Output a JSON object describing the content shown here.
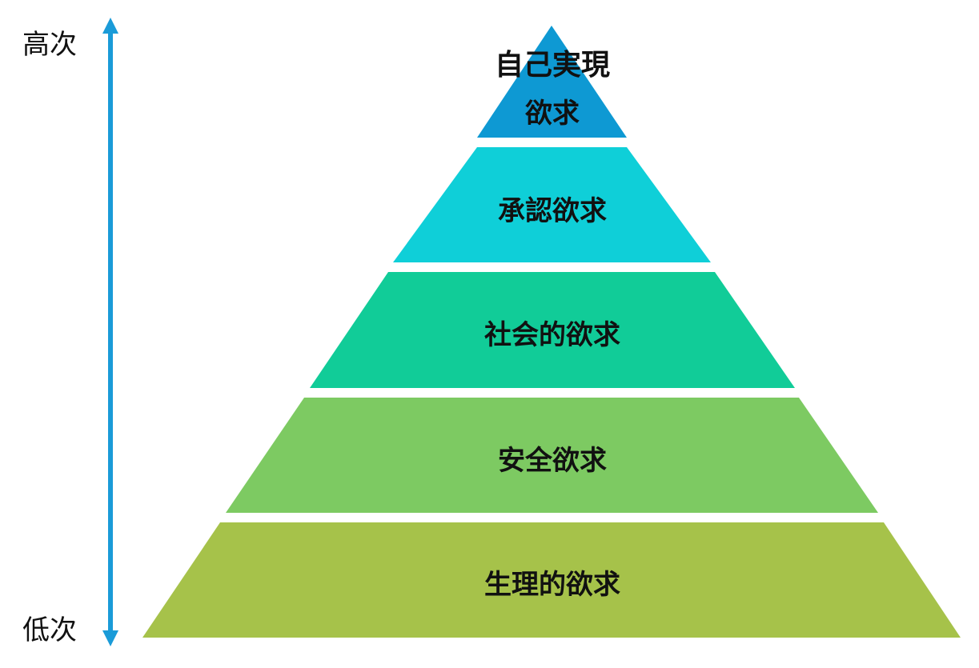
{
  "axis": {
    "high_label": "高次",
    "low_label": "低次",
    "arrow_color": "#1a9bd8"
  },
  "tiers": [
    {
      "label_line1": "自己実現",
      "label_line2": "欲求",
      "color": "#0e99d3"
    },
    {
      "label": "承認欲求",
      "color": "#0fcfd8"
    },
    {
      "label": "社会的欲求",
      "color": "#11cc98"
    },
    {
      "label": "安全欲求",
      "color": "#7dca62"
    },
    {
      "label": "生理的欲求",
      "color": "#a6c24a"
    }
  ]
}
